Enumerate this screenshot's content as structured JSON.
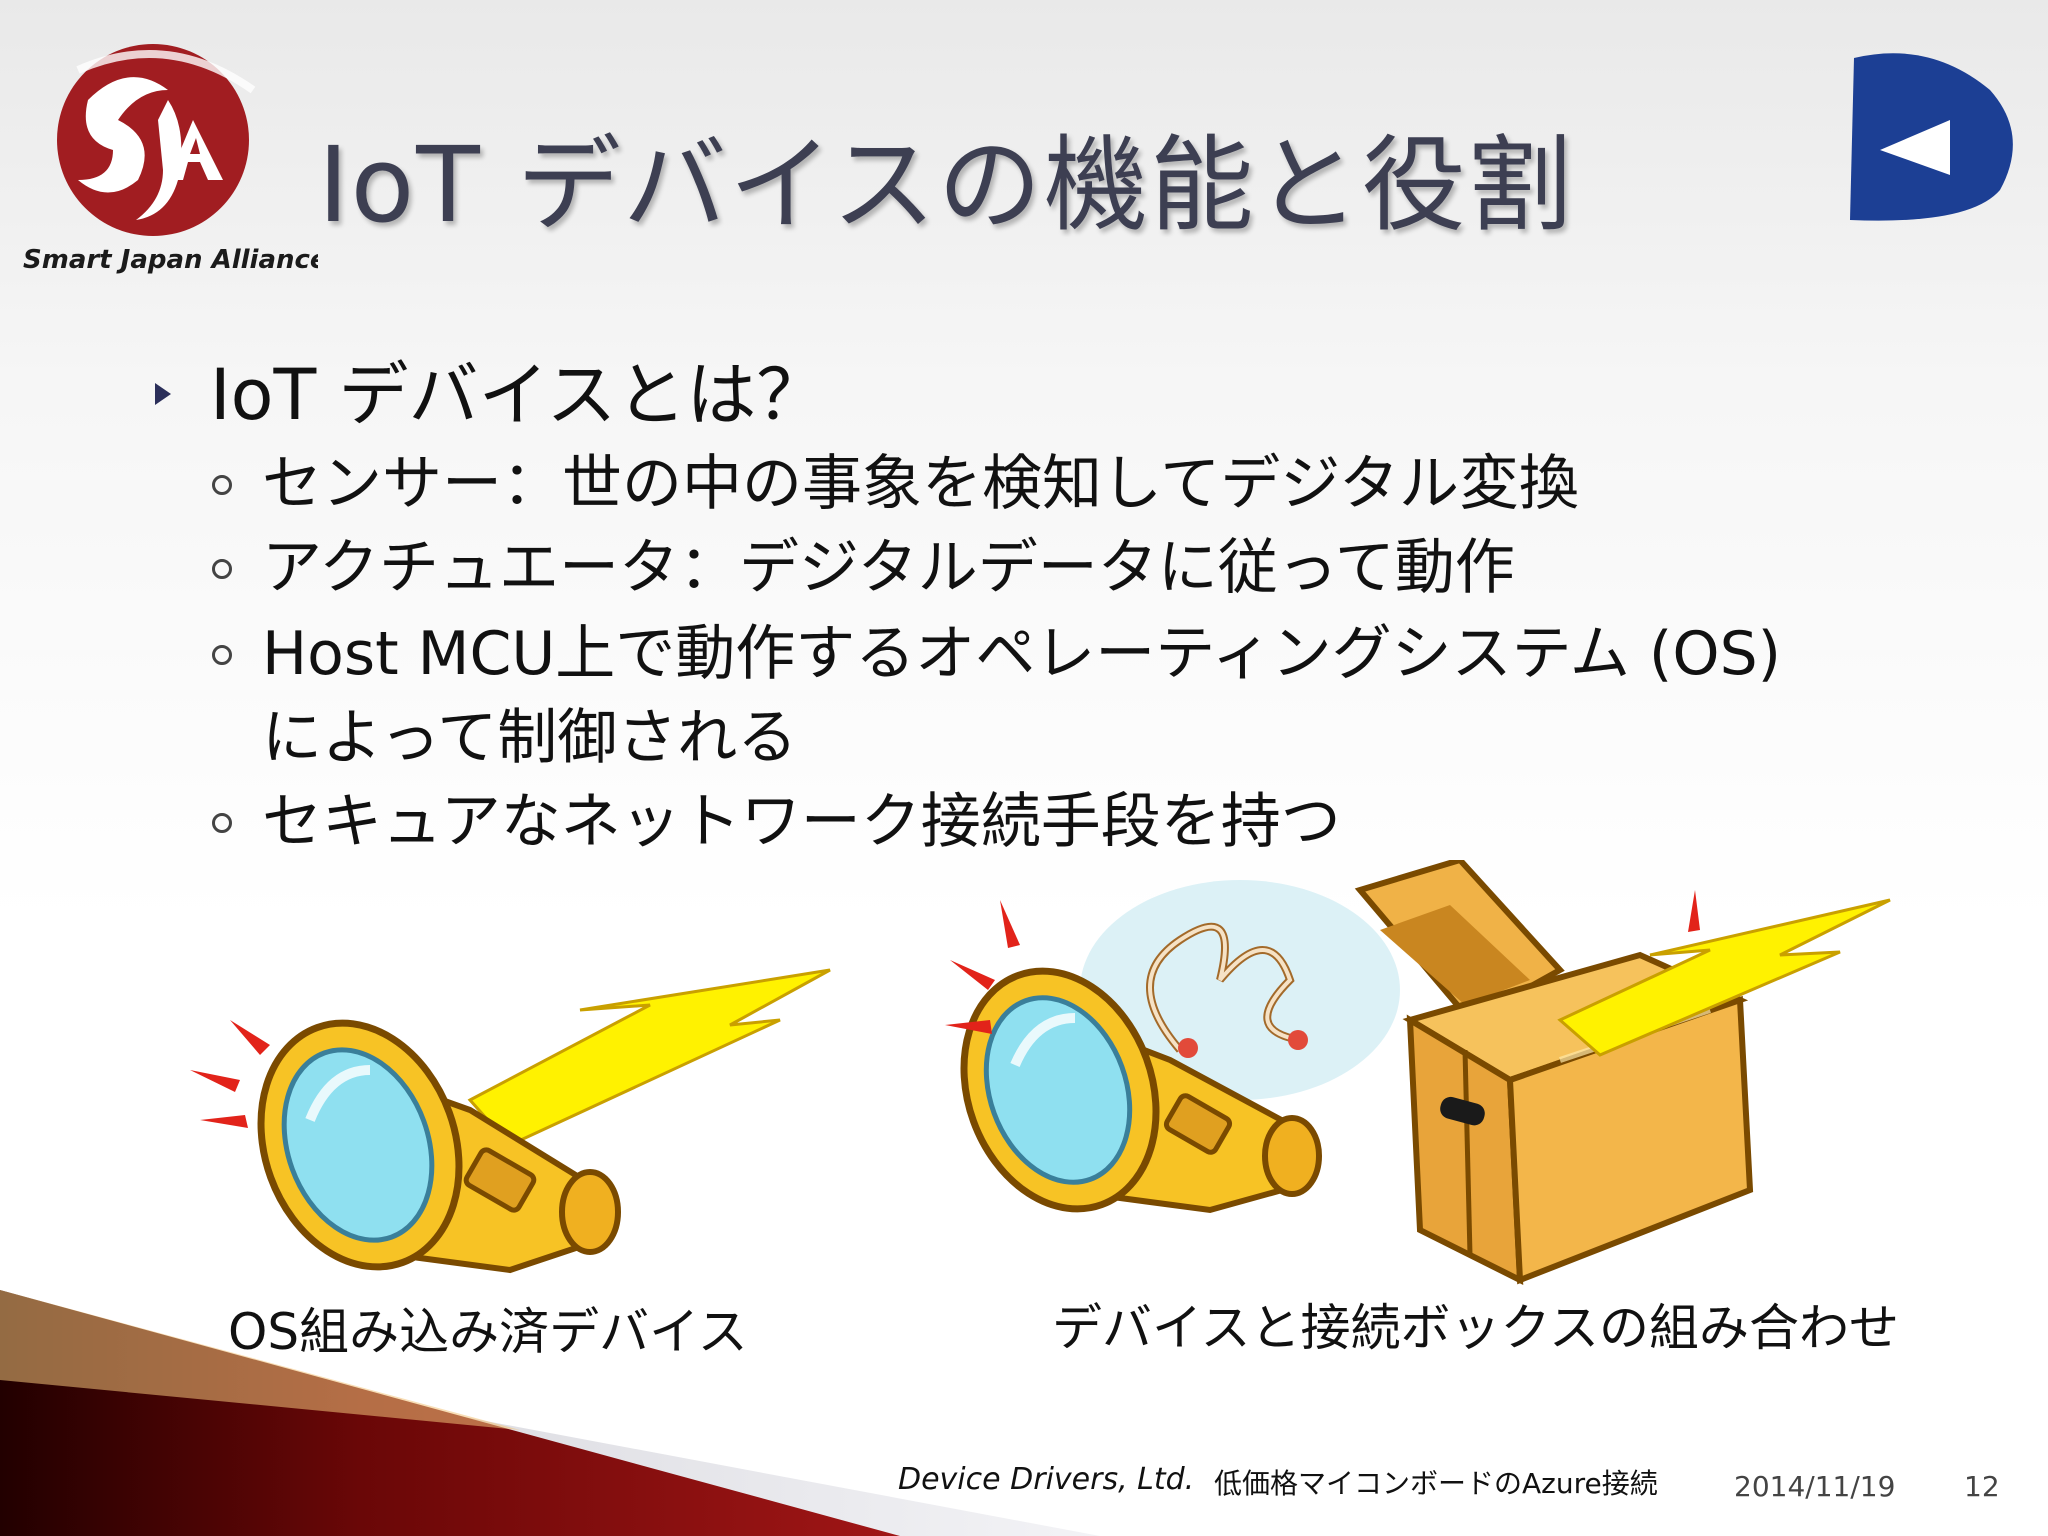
{
  "title": "IoT デバイスの機能と役割",
  "logo_left": {
    "text": "Smart Japan Alliance"
  },
  "bullets": {
    "main": "IoT デバイスとは？",
    "sub": [
      "センサー：世の中の事象を検知してデジタル変換",
      "アクチュエータ：デジタルデータに従って動作",
      "Host MCU上で動作するオペレーティングシステム (OS)",
      "によって制御される",
      "セキュアなネットワーク接続手段を持つ"
    ]
  },
  "captions": {
    "left": "OS組み込み済デバイス",
    "right": "デバイスと接続ボックスの組み合わせ"
  },
  "footer": {
    "company": "Device Drivers, Ltd.",
    "subject": "低価格マイコンボードのAzure接続",
    "date": "2014/11/19",
    "page": "12"
  },
  "colors": {
    "title": "#3d3f52",
    "logo_red": "#a11d21",
    "logo_blue": "#1c3f94",
    "flashlight_yellow": "#f7c325",
    "bolt_yellow": "#fff200",
    "box_orange": "#e8a43a",
    "footer_dark_red": "#5a0505"
  },
  "icons": [
    "flashlight-icon",
    "lightning-bolt-icon",
    "box-icon",
    "cable-icon"
  ]
}
